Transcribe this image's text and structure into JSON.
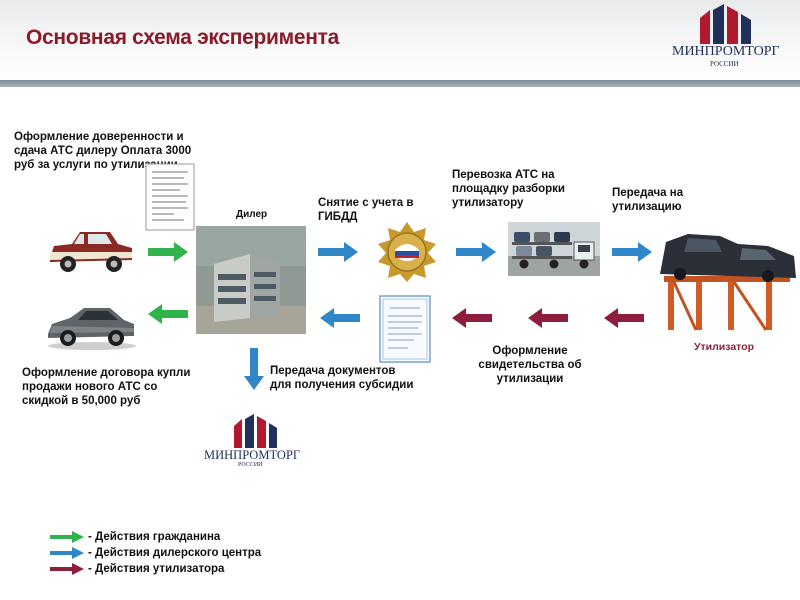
{
  "header": {
    "title": "Основная схема эксперимента",
    "logo_name": "МИНПРОМТОРГ",
    "logo_sub": "РОССИИ"
  },
  "colors": {
    "title": "#8b1b27",
    "citizen": "#2fb34a",
    "dealer": "#2f86c8",
    "recycler": "#8e1e3c",
    "logo_red": "#b3192c",
    "logo_navy": "#21305b"
  },
  "labels": {
    "proxy": "Оформление доверенности и сдача АТС дилеру Оплата 3000 руб за услуги по утилизации",
    "dealer": "Дилер",
    "deregister": "Снятие с учета в ГИБДД",
    "transport": "Перевозка АТС на площадку разборки утилизатору",
    "handover": "Передача на утилизацию",
    "purchase": "Оформление договора купли продажи нового АТС со скидкой в 50,000 руб",
    "documents": "Передача документов для получения субсидии",
    "certificate": "Оформление свидетельства об утилизации",
    "recycler": "Утилизатор"
  },
  "legend": [
    {
      "label": "- Действия гражданина",
      "color": "#2fb34a"
    },
    {
      "label": "- Действия дилерского центра",
      "color": "#2f86c8"
    },
    {
      "label": "- Действия утилизатора",
      "color": "#8e1e3c"
    }
  ]
}
